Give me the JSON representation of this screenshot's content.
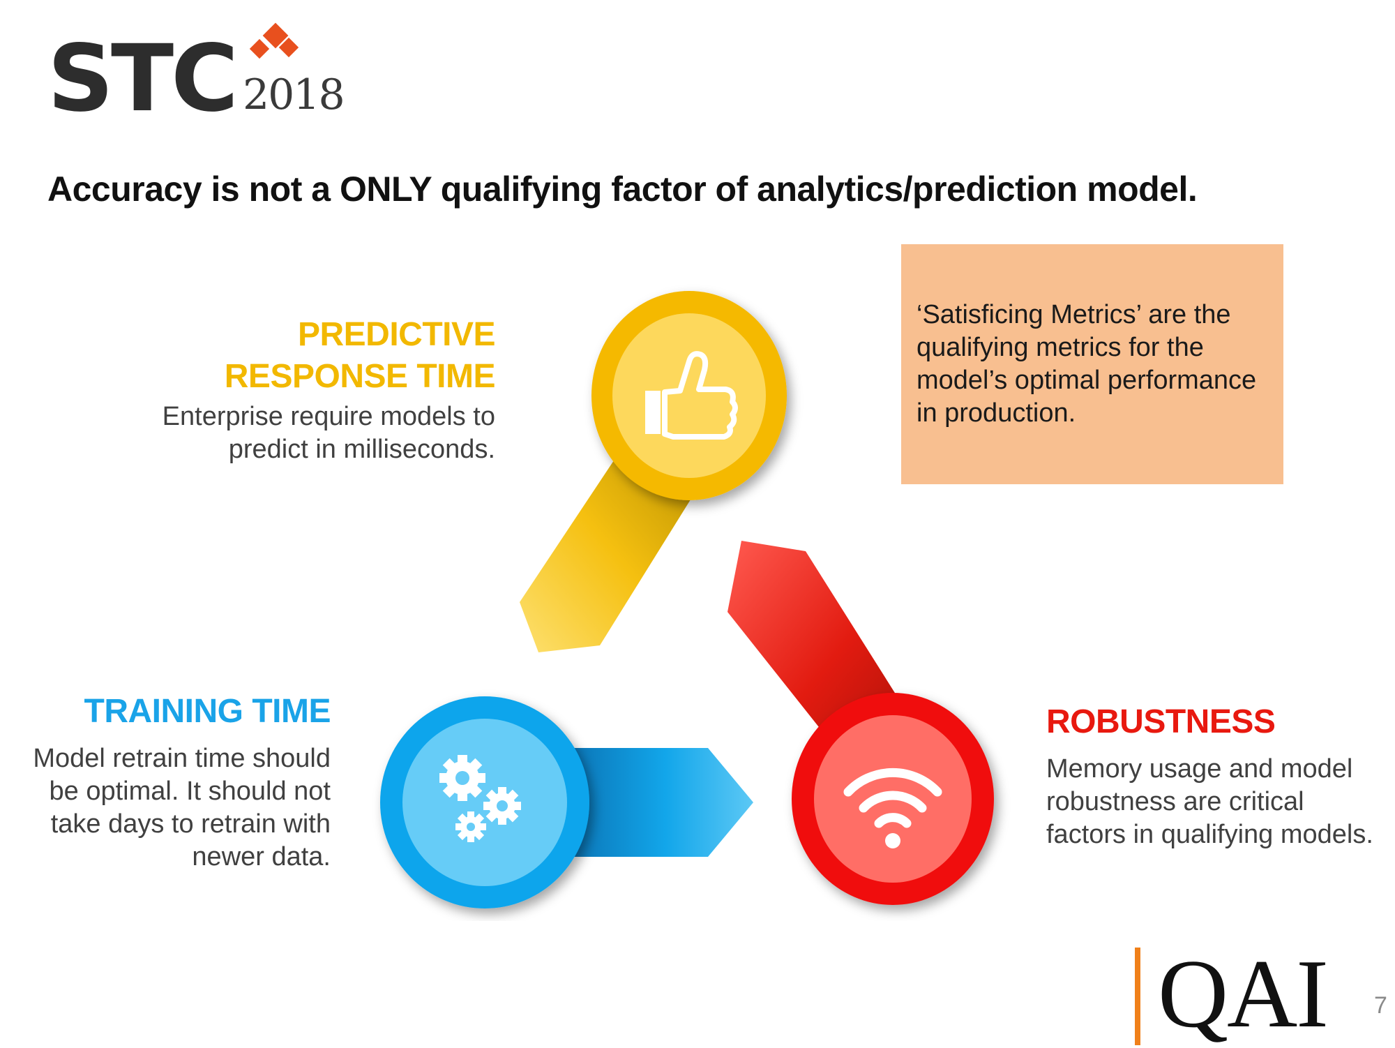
{
  "logo": {
    "brand": "STC",
    "year": "2018",
    "diamond_color": "#e8501e"
  },
  "title": "Accuracy is not a ONLY qualifying factor of analytics/prediction model.",
  "predictive": {
    "heading_line1": "PREDICTIVE",
    "heading_line2": "RESPONSE TIME",
    "body": "Enterprise require models to predict in milliseconds.",
    "color": "#f2b800",
    "icon": "thumbs-up-icon"
  },
  "training": {
    "heading": "TRAINING TIME",
    "body": "Model retrain time should be optimal. It should not take days to retrain with newer data.",
    "color": "#1aa3e8",
    "icon": "gears-icon"
  },
  "robustness": {
    "heading": "ROBUSTNESS",
    "body": "Memory usage and model robustness are critical factors in qualifying models.",
    "color": "#e8190f",
    "icon": "wifi-icon"
  },
  "note": {
    "text": "‘Satisficing Metrics’ are the qualifying metrics for the model’s optimal performance in production.",
    "color": "#f8bf90"
  },
  "footer": {
    "logo_text": "QAI",
    "page_number": "7",
    "accent_color": "#f0801a"
  }
}
